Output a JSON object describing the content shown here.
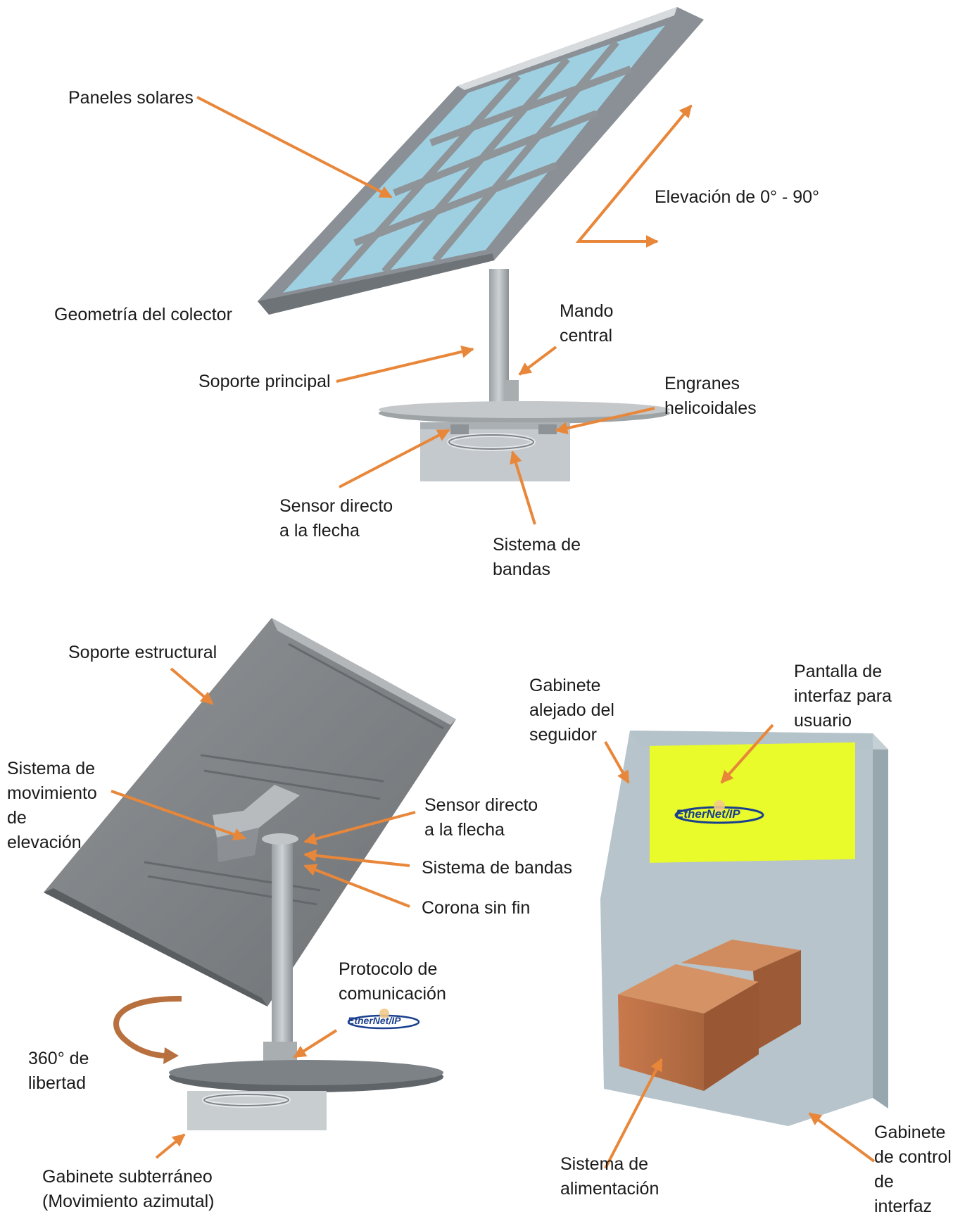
{
  "colors": {
    "arrow": "#E8873A",
    "panel_glass": "#9FD0E2",
    "frame": "#8E9498",
    "cabinet": "#B3C1C8",
    "screen": "#E9FB2A",
    "box": "#B8734A"
  },
  "labels": {
    "paneles_solares": "Paneles solares",
    "elevacion": "Elevación de 0° - 90°",
    "geometria": "Geometría del colector",
    "mando_central": "Mando\ncentral",
    "soporte_principal": "Soporte principal",
    "engranes": "Engranes\nhelicoidales",
    "sensor_top": "Sensor directo\na la flecha",
    "sistema_bandas_top": "Sistema de\nbandas",
    "soporte_estructural": "Soporte estructural",
    "sistema_mov_elev": "Sistema de\nmovimiento\nde\nelevación",
    "sensor_bottom": "Sensor directo\na la flecha",
    "sistema_bandas_bottom": "Sistema de bandas",
    "corona": "Corona sin fin",
    "protocolo": "Protocolo de\ncomunicación",
    "libertad": "360° de\nlibertad",
    "gabinete_sub": "Gabinete subterráneo\n(Movimiento azimutal)",
    "gabinete_alejado": "Gabinete\nalejado del\nseguidor",
    "pantalla": "Pantalla de\ninterfaz para\nusuario",
    "sistema_alimentacion": "Sistema de\nalimentación",
    "gabinete_control": "Gabinete\nde control\nde\ninterfaz"
  },
  "logos": {
    "ethernet_ip": "EtherNet/IP"
  }
}
